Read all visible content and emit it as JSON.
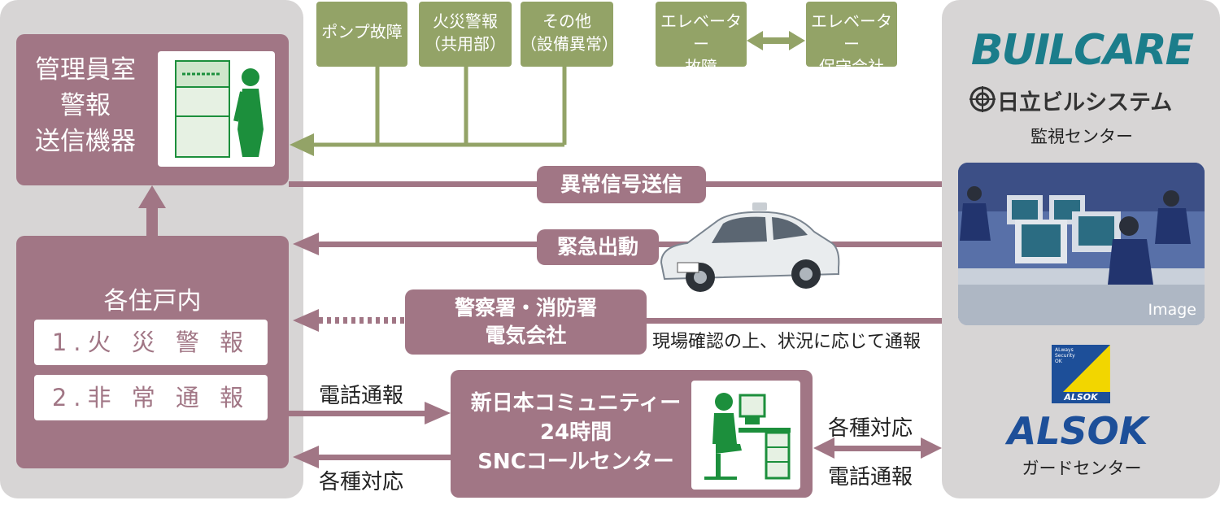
{
  "manager_room": {
    "label": "管理員室\n警報\n送信機器",
    "lines": [
      "管理員室",
      "警報",
      "送信機器"
    ]
  },
  "residences": {
    "title": "各住戸内",
    "items": [
      "1.火 災 警 報",
      "2.非 常 通 報"
    ]
  },
  "alarms": [
    "ポンプ故障",
    "火災警報\n（共用部）",
    "その他\n（設備異常）"
  ],
  "alarm_lines": [
    [
      "ポンプ故障"
    ],
    [
      "火災警報",
      "（共用部）"
    ],
    [
      "その他",
      "（設備異常）"
    ]
  ],
  "elevator": {
    "fault": [
      "エレベーター",
      "故障"
    ],
    "company": [
      "エレベーター",
      "保守会社"
    ]
  },
  "flows": {
    "abnormal_signal": "異常信号送信",
    "emergency_dispatch": "緊急出動",
    "authorities": [
      "警察署・消防署",
      "電気会社"
    ],
    "confirm_note": "現場確認の上、状況に応じて通報",
    "phone_report": "電話通報",
    "various_response": "各種対応"
  },
  "call_center": {
    "lines": [
      "新日本コミュニティー",
      "24時間",
      "SNCコールセンター"
    ]
  },
  "right_panel": {
    "builcare_logo": "BUILCARE",
    "hitachi": "日立ビルシステム",
    "monitor_center": "監視センター",
    "image_label": "Image",
    "alsok_badge": [
      "ALways",
      "Security",
      "OK"
    ],
    "alsok_badge_name": "ALSOK",
    "alsok_logo": "ALSOK",
    "guard_center": "ガードセンター"
  },
  "colors": {
    "mauve": "#a17685",
    "green": "#93a367",
    "panel": "#d7d5d5"
  }
}
